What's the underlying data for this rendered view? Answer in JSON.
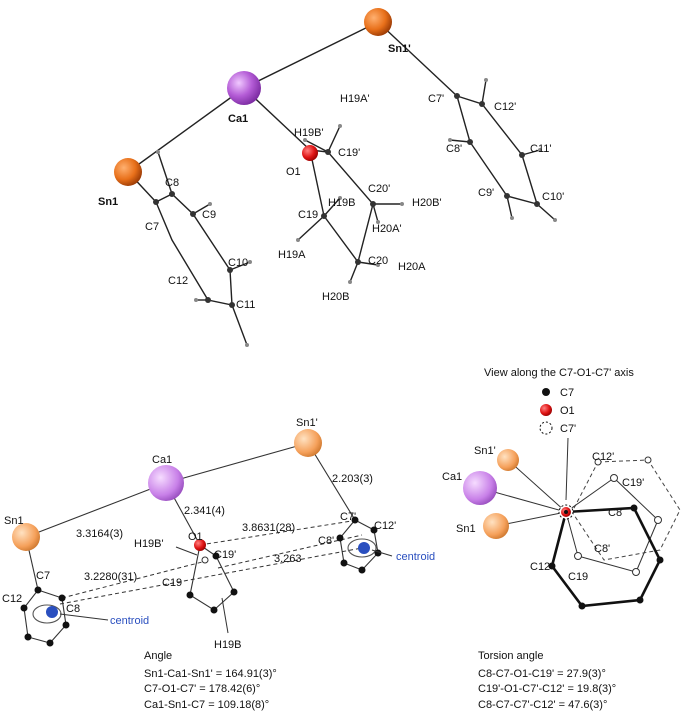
{
  "top": {
    "labels": {
      "sn1p": "Sn1'",
      "ca1": "Ca1",
      "sn1": "Sn1",
      "c7p": "C7'",
      "c12p": "C12'",
      "c8p": "C8'",
      "c11p": "C11'",
      "c9p": "C9'",
      "c10p": "C10'",
      "h19ap": "H19A'",
      "h19bp": "H19B'",
      "c19p": "C19'",
      "o1": "O1",
      "c20p": "C20'",
      "h20bp": "H20B'",
      "h19b": "H19B",
      "c19": "C19",
      "h20ap": "H20A'",
      "h19a": "H19A",
      "c20": "C20",
      "h20a": "H20A",
      "h20b": "H20B",
      "c8": "C8",
      "c9": "C9",
      "c7": "C7",
      "c10": "C10",
      "c12": "C12",
      "c11": "C11"
    }
  },
  "left": {
    "labels": {
      "ca1": "Ca1",
      "sn1p": "Sn1'",
      "sn1": "Sn1",
      "o1": "O1",
      "c7p": "C7'",
      "c12p": "C12'",
      "c8p": "C8'",
      "h19bp": "H19B'",
      "c19p": "C19'",
      "c19": "C19",
      "c7": "C7",
      "c12": "C12",
      "c8": "C8",
      "h19b": "H19B"
    },
    "distances": {
      "ca_sn1": "3.3164(3)",
      "ca_o1": "2.341(4)",
      "sn1p_c7p": "2.203(3)",
      "o1_c7p": "3.8631(28)",
      "c8_c19": "3.2280(31)",
      "h19b_ring": "3.263"
    },
    "centroid_labels": [
      "centroid",
      "centroid"
    ],
    "angle_title": "Angle",
    "angles": [
      "Sn1-Ca1-Sn1' = 164.91(3)°",
      "C7-O1-C7' = 178.42(6)°",
      "Ca1-Sn1-C7 = 109.18(8)°"
    ]
  },
  "right": {
    "title": "View along the C7-O1-C7' axis",
    "legend": [
      "C7",
      "O1",
      "C7'"
    ],
    "labels": {
      "sn1p": "Sn1'",
      "ca1": "Ca1",
      "sn1": "Sn1",
      "c12p": "C12'",
      "c19p": "C19'",
      "c8": "C8",
      "c8p": "C8'",
      "c12": "C12",
      "c19": "C19"
    },
    "torsion_title": "Torsion angle",
    "torsions": [
      "C8-C7-O1-C19' = 27.9(3)°",
      "C19'-O1-C7'-C12' = 19.8(3)°",
      "C8-C7-C7'-C12' = 47.6(3)°"
    ]
  },
  "colors": {
    "sn": "#e8701a",
    "ca": "#b45cd6",
    "o": "#e01515",
    "c": "#111111",
    "centroid": "#2a4fbf"
  }
}
